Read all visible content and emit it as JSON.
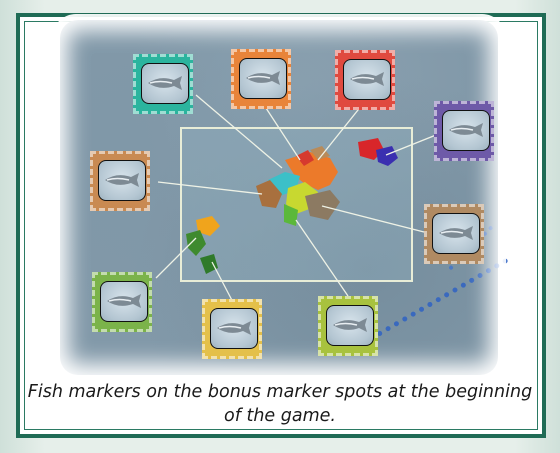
{
  "caption": "Fish markers on the bonus marker spots at the beginning of the game.",
  "colors": {
    "frame": "#1f6b55",
    "board_water": "#7f9aac",
    "map_outline": "#e8edd7",
    "connector": "#e8edd7"
  },
  "bonus_spots": [
    {
      "id": "top-left",
      "color": "#2bb49e",
      "marker": "fish-marker"
    },
    {
      "id": "top-middle",
      "color": "#e8843a",
      "marker": "fish-marker"
    },
    {
      "id": "top-right",
      "color": "#e04a3f",
      "marker": "fish-marker"
    },
    {
      "id": "right-upper",
      "color": "#6e5aa8",
      "marker": "fish-marker"
    },
    {
      "id": "left-middle",
      "color": "#c98a52",
      "marker": "fish-marker"
    },
    {
      "id": "right-lower",
      "color": "#b08a62",
      "marker": "fish-marker"
    },
    {
      "id": "bottom-left",
      "color": "#7bb34a",
      "marker": "fish-marker"
    },
    {
      "id": "bottom-middle",
      "color": "#e4c04a",
      "marker": "fish-marker"
    },
    {
      "id": "bottom-right",
      "color": "#a8c23e",
      "marker": "fish-marker"
    }
  ],
  "icons": {
    "fish": "fish-icon"
  }
}
